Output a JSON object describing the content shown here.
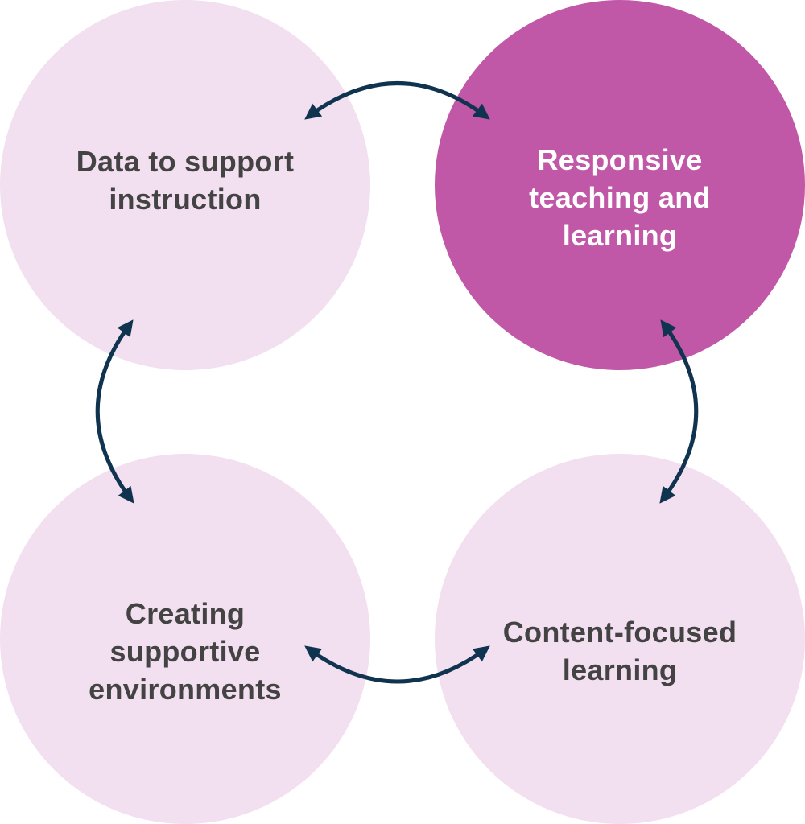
{
  "nodes": {
    "data_to_support": {
      "label": "Data to support instruction",
      "fill": "#f2dff0",
      "text_color": "#434343"
    },
    "responsive_teaching": {
      "label": "Responsive teaching and learning",
      "fill": "#c157a7",
      "text_color": "#ffffff"
    },
    "supportive_environments": {
      "label": "Creating supportive environments",
      "fill": "#f2dff0",
      "text_color": "#434343"
    },
    "content_focused": {
      "label": "Content-focused learning",
      "fill": "#f2dff0",
      "text_color": "#434343"
    }
  },
  "arrow_color": "#10344f"
}
